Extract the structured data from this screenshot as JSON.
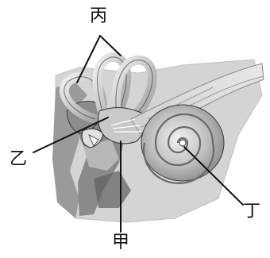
{
  "labels": {
    "bing": "丙",
    "yi": "乙",
    "jia": "甲",
    "ding": "丁"
  },
  "colors": {
    "background": "#ffffff",
    "tissue_light": "#d9d9d9",
    "tissue_mid": "#a9a9a9",
    "tissue_dark": "#6f6f6f",
    "outline": "#2b2b2b",
    "leader_line": "#111111"
  }
}
